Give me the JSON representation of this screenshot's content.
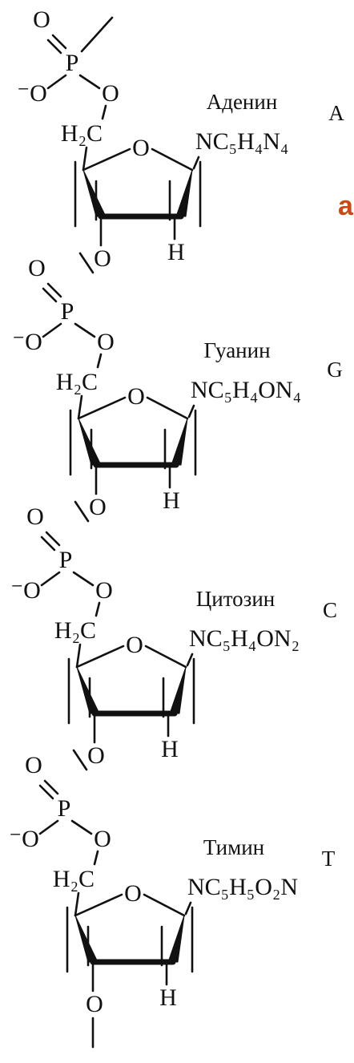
{
  "colors": {
    "ink": "#111111",
    "accent": "#cc4a12",
    "background": "#ffffff"
  },
  "side_fragment": "а",
  "atoms": {
    "phosphorus": "P",
    "oxygen": "O",
    "oxygen_anion": "⁻O",
    "hydrogen": "H",
    "methylene": "H₂C"
  },
  "units": [
    {
      "base_name": "Аденин",
      "formula": "NC₅H₄N₄",
      "letter": "A"
    },
    {
      "base_name": "Гуанин",
      "formula": "NC₅H₄ON₄",
      "letter": "G"
    },
    {
      "base_name": "Цитозин",
      "formula": "NC₅H₄ON₂",
      "letter": "C"
    },
    {
      "base_name": "Тимин",
      "formula": "NC₅H₅O₂N",
      "letter": "T"
    }
  ]
}
